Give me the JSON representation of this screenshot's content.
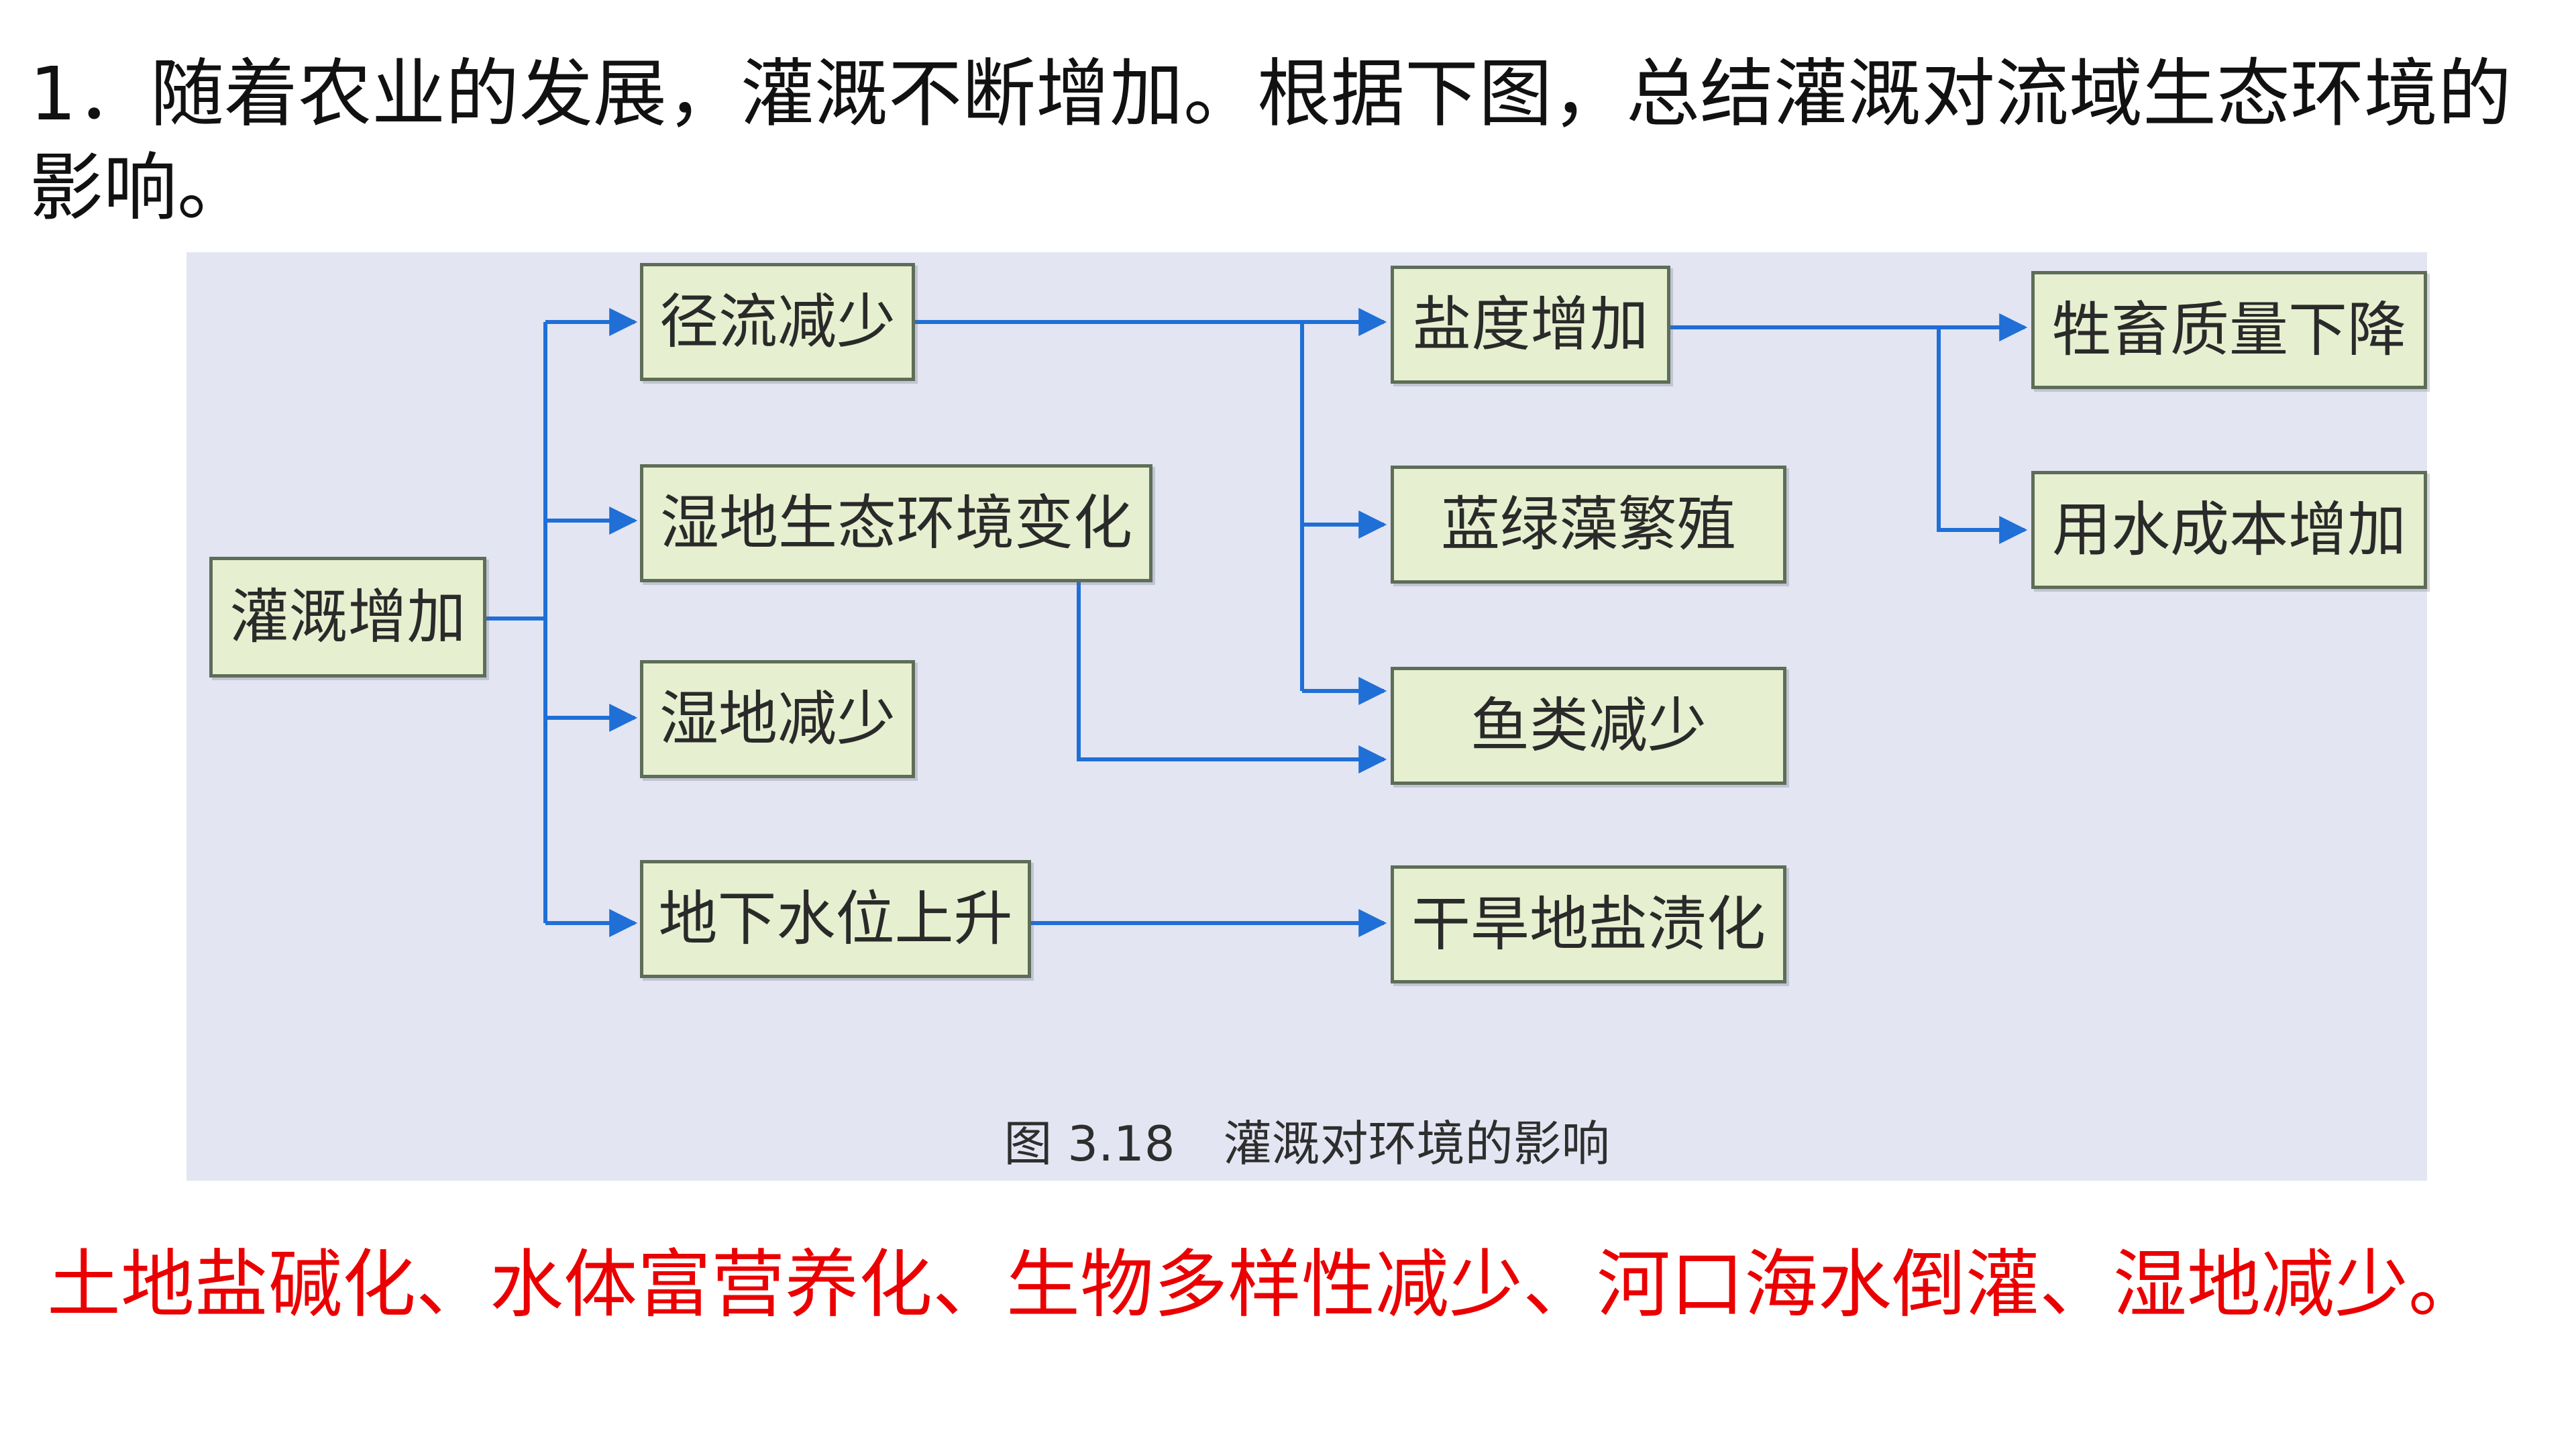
{
  "question": "1．随着农业的发展，灌溉不断增加。根据下图，总结灌溉对流域生态环境的影响。",
  "figure": {
    "caption": "图 3.18　灌溉对环境的影响",
    "nodes": {
      "irrigation": "灌溉增加",
      "runoff": "径流减少",
      "wetland_env": "湿地生态环境变化",
      "wetland_loss": "湿地减少",
      "groundwater": "地下水位上升",
      "salinity": "盐度增加",
      "algae": "蓝绿藻繁殖",
      "fish": "鱼类减少",
      "salinization": "干旱地盐渍化",
      "livestock": "牲畜质量下降",
      "water_cost": "用水成本增加"
    },
    "arrow_color": "#1f6fd6"
  },
  "answer": "土地盐碱化、水体富营养化、生物多样性减少、河口海水倒灌、湿地减少。",
  "colors": {
    "answer_text": "#ea0000",
    "node_fill": "#e6efcf",
    "figure_bg": "#e3e5f2"
  }
}
